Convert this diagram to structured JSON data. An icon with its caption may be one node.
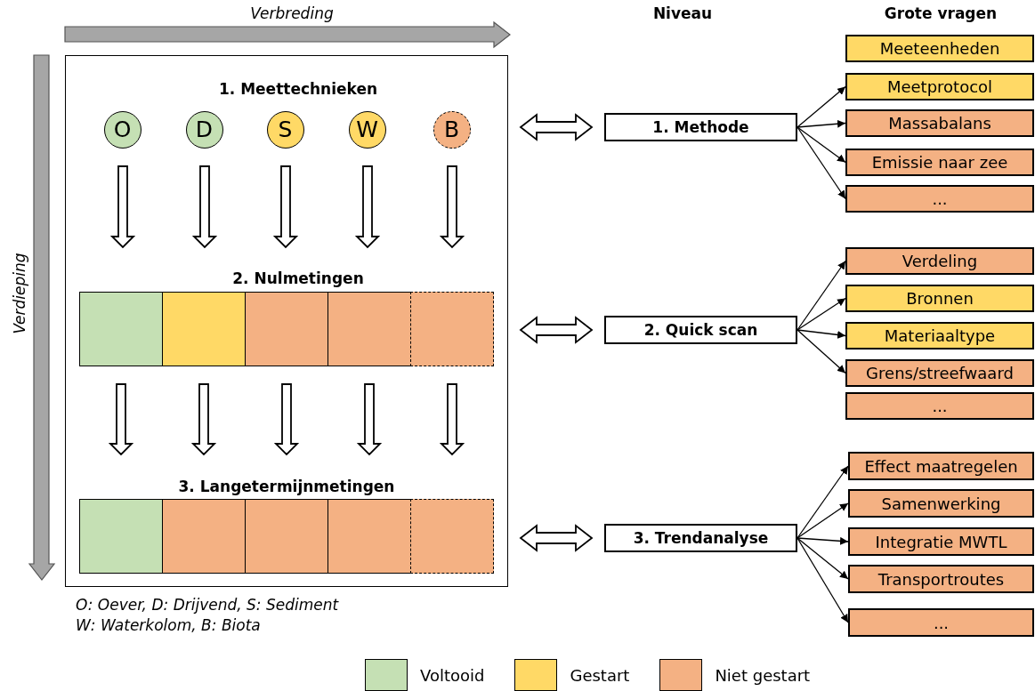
{
  "diagram": {
    "nodes": [
      {
        "text": [],
        "shape": "box"
      },
      {
        "text": [
          "O"
        ],
        "in": 0
      },
      {
        "text": [
          "D"
        ],
        "in": 0
      },
      {
        "text": [
          "S"
        ],
        "in": 0
      },
      {
        "text": [
          "W"
        ],
        "in": 0
      },
      {
        "text": [
          "B"
        ],
        "in": 0
      },
      {
        "text": [],
        "shape": "box",
        "in": 0
      },
      {
        "text": [],
        "shape": "box",
        "in": 0
      },
      {
        "text": [],
        "shape": "box",
        "in": 0
      },
      {
        "text": [],
        "shape": "box",
        "in": 0
      },
      {
        "text": [],
        "shape": "box",
        "in": 0
      },
      {
        "text": [],
        "shape": "box",
        "in": 0
      },
      {
        "text": [],
        "shape": "box",
        "in": 0
      },
      {
        "text": [],
        "shape": "box",
        "in": 0
      },
      {
        "text": [],
        "shape": "box",
        "in": 0
      },
      {
        "text": [],
        "shape": "box",
        "in": 0
      },
      {
        "text": [
          "1. Methode"
        ]
      },
      {
        "text": [
          "2. Quick scan"
        ]
      },
      {
        "text": [
          "3. Trendanalyse"
        ]
      },
      {
        "text": [
          "Meeteenheden"
        ]
      },
      {
        "text": [
          "Meetprotocol"
        ]
      },
      {
        "text": [
          "Massabalans"
        ]
      },
      {
        "text": [
          "Emissie naar zee"
        ]
      },
      {
        "text": [
          "..."
        ]
      },
      {
        "text": [
          "Verdeling"
        ]
      },
      {
        "text": [
          "Bronnen"
        ]
      },
      {
        "text": [
          "Materiaaltype"
        ]
      },
      {
        "text": [
          "Grens/streefwaard"
        ]
      },
      {
        "text": [
          "..."
        ]
      },
      {
        "text": [
          "Effect maatregelen"
        ]
      },
      {
        "text": [
          "Samenwerking"
        ]
      },
      {
        "text": [
          "Integratie MWTL"
        ]
      },
      {
        "text": [
          "Transportroutes"
        ]
      },
      {
        "text": [
          "..."
        ]
      }
    ],
    "edges": [
      {
        "from": 1,
        "to": 6,
        "arrow": "to",
        "style": "thick"
      },
      {
        "from": 2,
        "to": 7,
        "arrow": "to",
        "style": "thick"
      },
      {
        "from": 3,
        "to": 8,
        "arrow": "to",
        "style": "thick"
      },
      {
        "from": 4,
        "to": 9,
        "arrow": "to",
        "style": "thick"
      },
      {
        "from": 5,
        "to": 10,
        "arrow": "to",
        "style": "thick"
      },
      {
        "from": 6,
        "to": 11,
        "arrow": "to",
        "style": "thick"
      },
      {
        "from": 7,
        "to": 12,
        "arrow": "to",
        "style": "thick"
      },
      {
        "from": 8,
        "to": 13,
        "arrow": "to",
        "style": "thick"
      },
      {
        "from": 9,
        "to": 14,
        "arrow": "to",
        "style": "thick"
      },
      {
        "from": 10,
        "to": 15,
        "arrow": "to",
        "style": "thick"
      },
      {
        "from": 0,
        "to": 16,
        "arrow": "both",
        "style": "thick"
      },
      {
        "from": 0,
        "to": 17,
        "arrow": "both",
        "style": "thick"
      },
      {
        "from": 0,
        "to": 18,
        "arrow": "both",
        "style": "thick"
      },
      {
        "from": 16,
        "to": 20,
        "arrow": "to"
      },
      {
        "from": 16,
        "to": 21,
        "arrow": "to"
      },
      {
        "from": 16,
        "to": 22,
        "arrow": "to"
      },
      {
        "from": 16,
        "to": 23,
        "arrow": "to"
      },
      {
        "from": 17,
        "to": 24,
        "arrow": "to"
      },
      {
        "from": 17,
        "to": 25,
        "arrow": "to"
      },
      {
        "from": 17,
        "to": 26,
        "arrow": "to"
      },
      {
        "from": 17,
        "to": 27,
        "arrow": "to"
      },
      {
        "from": 18,
        "to": 29,
        "arrow": "to"
      },
      {
        "from": 18,
        "to": 30,
        "arrow": "to"
      },
      {
        "from": 18,
        "to": 31,
        "arrow": "to"
      },
      {
        "from": 18,
        "to": 32,
        "arrow": "to"
      },
      {
        "from": 18,
        "to": 33,
        "arrow": "to"
      }
    ],
    "labels": [
      "Verbreding",
      "Verdieping",
      "1. Meettechnieken",
      "2. Nulmetingen",
      "3. Langetermijnmetingen",
      "Niveau",
      "Grote vragen",
      "O: Oever, D: Drijvend, S: Sediment",
      "W: Waterkolom, B: Biota"
    ],
    "legend": [
      {
        "text": "Voltooid",
        "color": "#c5e0b4"
      },
      {
        "text": "Gestart",
        "color": "#ffd966"
      },
      {
        "text": "Niet gestart",
        "color": "#f4b183"
      }
    ]
  }
}
